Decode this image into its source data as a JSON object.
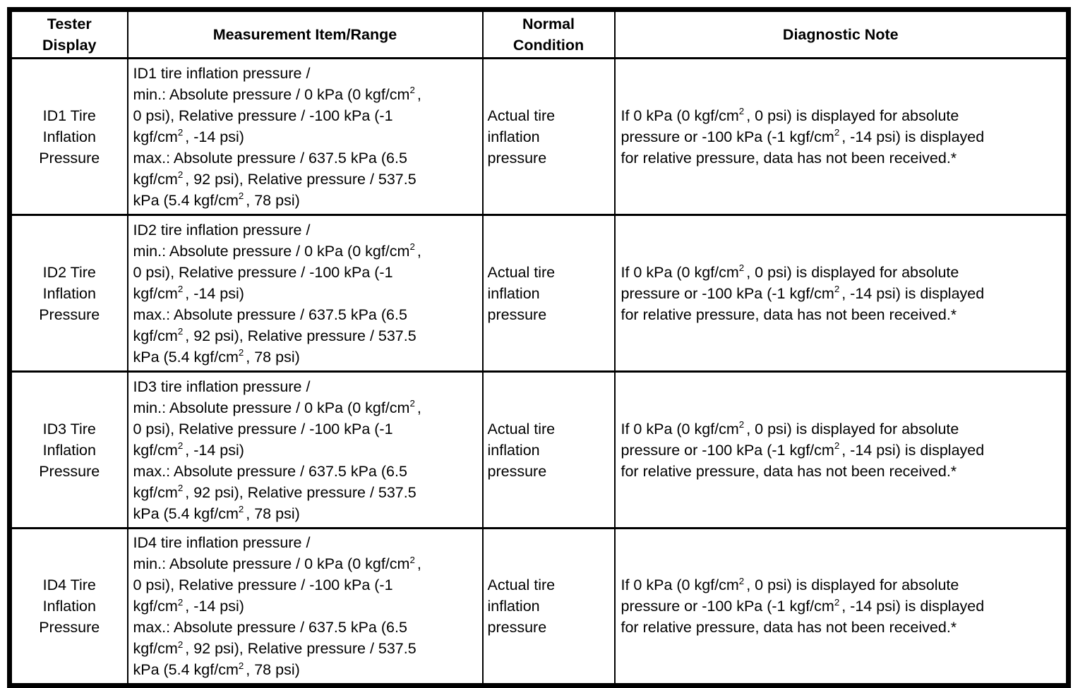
{
  "table": {
    "columns": [
      {
        "label": "Tester\nDisplay"
      },
      {
        "label": "Measurement Item/Range"
      },
      {
        "label": "Normal\nCondition"
      },
      {
        "label": "Diagnostic Note"
      }
    ],
    "rows": [
      {
        "tester_display": "ID1 Tire\nInflation\nPressure",
        "measurement_item_range": "ID1 tire inflation pressure /\nmin.: Absolute pressure / 0 kPa (0 kgf/cm²,\n0 psi), Relative pressure / -100 kPa (-1\nkgf/cm², -14 psi)\nmax.: Absolute pressure / 637.5 kPa (6.5\nkgf/cm², 92 psi), Relative pressure / 537.5\nkPa (5.4 kgf/cm², 78 psi)",
        "normal_condition": "Actual tire\ninflation\npressure",
        "diagnostic_note": "If 0 kPa (0 kgf/cm², 0 psi) is displayed for absolute\npressure or -100 kPa (-1 kgf/cm², -14 psi) is displayed\nfor relative pressure, data has not been received.*"
      },
      {
        "tester_display": "ID2 Tire\nInflation\nPressure",
        "measurement_item_range": "ID2 tire inflation pressure /\nmin.: Absolute pressure / 0 kPa (0 kgf/cm²,\n0 psi), Relative pressure / -100 kPa (-1\nkgf/cm², -14 psi)\nmax.: Absolute pressure / 637.5 kPa (6.5\nkgf/cm², 92 psi), Relative pressure / 537.5\nkPa (5.4 kgf/cm², 78 psi)",
        "normal_condition": "Actual tire\ninflation\npressure",
        "diagnostic_note": "If 0 kPa (0 kgf/cm², 0 psi) is displayed for absolute\npressure or -100 kPa (-1 kgf/cm², -14 psi) is displayed\nfor relative pressure, data has not been received.*"
      },
      {
        "tester_display": "ID3 Tire\nInflation\nPressure",
        "measurement_item_range": "ID3 tire inflation pressure /\nmin.: Absolute pressure / 0 kPa (0 kgf/cm²,\n0 psi), Relative pressure / -100 kPa (-1\nkgf/cm², -14 psi)\nmax.: Absolute pressure / 637.5 kPa (6.5\nkgf/cm², 92 psi), Relative pressure / 537.5\nkPa (5.4 kgf/cm², 78 psi)",
        "normal_condition": "Actual tire\ninflation\npressure",
        "diagnostic_note": "If 0 kPa (0 kgf/cm², 0 psi) is displayed for absolute\npressure or -100 kPa (-1 kgf/cm², -14 psi) is displayed\nfor relative pressure, data has not been received.*"
      },
      {
        "tester_display": "ID4 Tire\nInflation\nPressure",
        "measurement_item_range": "ID4 tire inflation pressure /\nmin.: Absolute pressure / 0 kPa (0 kgf/cm²,\n0 psi), Relative pressure / -100 kPa (-1\nkgf/cm², -14 psi)\nmax.: Absolute pressure / 637.5 kPa (6.5\nkgf/cm², 92 psi), Relative pressure / 537.5\nkPa (5.4 kgf/cm², 78 psi)",
        "normal_condition": "Actual tire\ninflation\npressure",
        "diagnostic_note": "If 0 kPa (0 kgf/cm², 0 psi) is displayed for absolute\npressure or -100 kPa (-1 kgf/cm², -14 psi) is displayed\nfor relative pressure, data has not been received.*"
      }
    ]
  }
}
